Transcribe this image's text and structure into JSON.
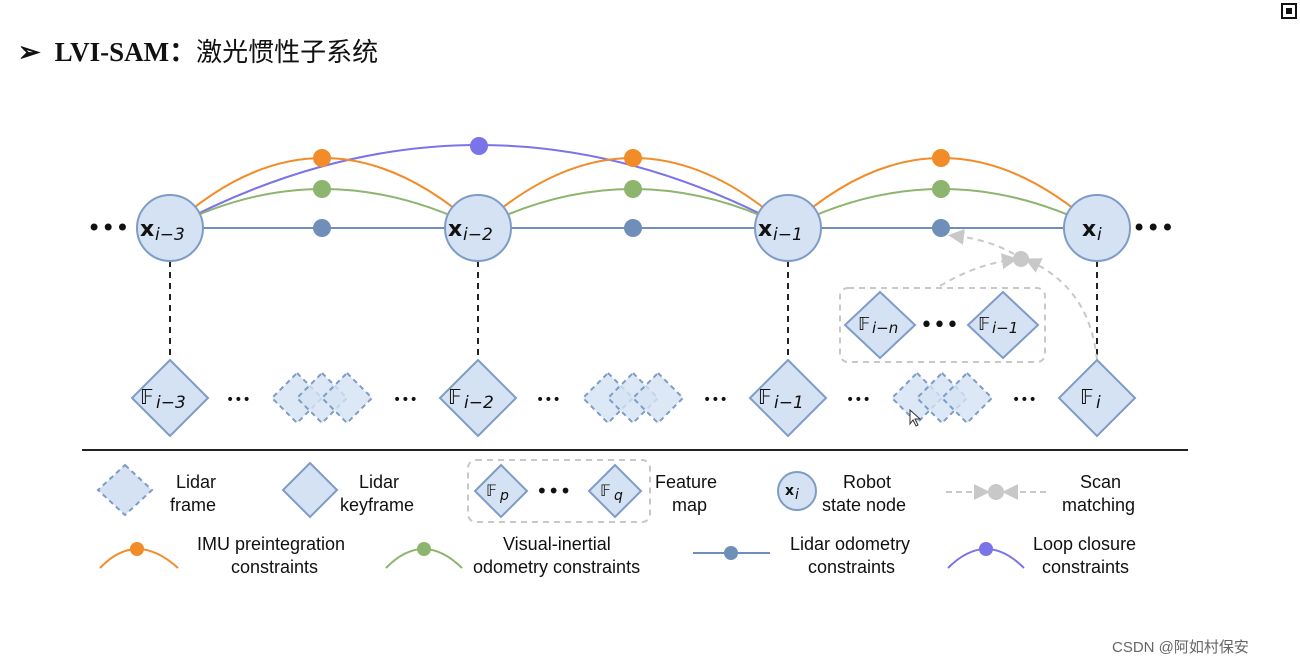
{
  "header": {
    "arrow": "➢",
    "title": "LVI-SAM：",
    "subtitle": "激光惯性子系统"
  },
  "watermark": "CSDN @阿如村保安",
  "colors": {
    "imu": "#F28C28",
    "visual_inertial": "#8DB56E",
    "lidar": "#6F8FB8",
    "loop": "#7B73E8",
    "node_fill": "#D4E2F4",
    "node_stroke": "#7E9CC6",
    "scan": "#C8C8C8"
  },
  "graph": {
    "nodes": [
      {
        "base": "x",
        "sub": "i−3"
      },
      {
        "base": "x",
        "sub": "i−2"
      },
      {
        "base": "x",
        "sub": "i−1"
      },
      {
        "base": "x",
        "sub": "i"
      }
    ],
    "keyframes": [
      {
        "base": "𝔽",
        "sub": "i−3"
      },
      {
        "base": "𝔽",
        "sub": "i−2"
      },
      {
        "base": "𝔽",
        "sub": "i−1"
      },
      {
        "base": "𝔽",
        "sub": "i"
      }
    ],
    "feature_map": [
      {
        "base": "𝔽",
        "sub": "i−n"
      },
      {
        "base": "𝔽",
        "sub": "i−1"
      }
    ],
    "ellipsis": "•••",
    "small_ellipsis": "•••"
  },
  "legend": {
    "lidar_frame": [
      "Lidar",
      "frame"
    ],
    "lidar_keyframe": [
      "Lidar",
      "keyframe"
    ],
    "feature_map": [
      "Feature",
      "map"
    ],
    "feature_p": {
      "base": "𝔽",
      "sub": "p"
    },
    "feature_q": {
      "base": "𝔽",
      "sub": "q"
    },
    "robot_node": [
      "Robot",
      "state node"
    ],
    "robot_node_symbol": {
      "base": "x",
      "sub": "i"
    },
    "scan_matching": [
      "Scan",
      "matching"
    ],
    "imu": [
      "IMU preintegration",
      "constraints"
    ],
    "visual_inertial": [
      "Visual-inertial",
      "odometry constraints"
    ],
    "lidar_odometry": [
      "Lidar odometry",
      "constraints"
    ],
    "loop_closure": [
      "Loop closure",
      "constraints"
    ]
  }
}
